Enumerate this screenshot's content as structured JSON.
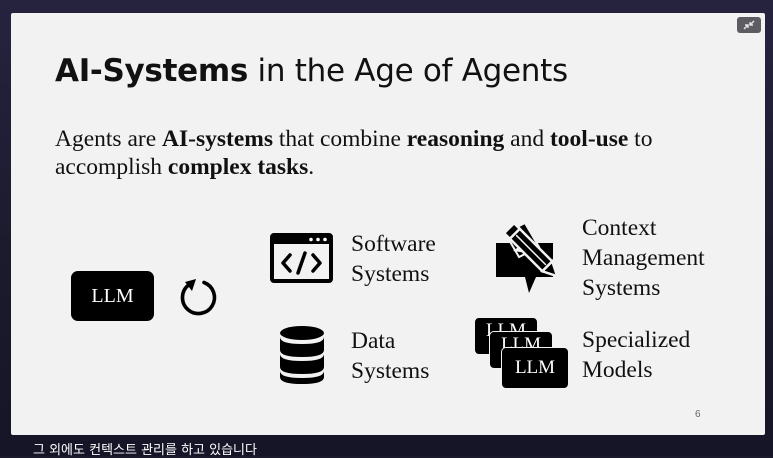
{
  "slide": {
    "title_bold": "AI-Systems",
    "title_rest": " in the Age of Agents",
    "subtitle": {
      "p1": "Agents are ",
      "b1": "AI-systems",
      "p2": " that combine ",
      "b2": "reasoning",
      "p3": " and ",
      "b3": "tool-use",
      "p4": " to accomplish ",
      "b4": "complex tasks",
      "p5": "."
    },
    "llm_label": "LLM",
    "items": [
      {
        "line1": "Software",
        "line2": "Systems",
        "icon": "code-window-icon"
      },
      {
        "line1": "Context",
        "line2": "Management",
        "line3": "Systems",
        "icon": "pencil-edit-icon"
      },
      {
        "line1": "Data",
        "line2": "Systems",
        "icon": "database-icon"
      },
      {
        "line1": "Specialized",
        "line2": "Models",
        "icon": "stacked-llm-icon"
      }
    ],
    "stack_label": "LLM",
    "page_number": "6"
  },
  "caption": "그 외에도 컨텍스트 관리를 하고 있습니다",
  "colors": {
    "slide_bg": "#f2f2f2",
    "ink": "#000000",
    "frame_bg": "#1b1a2c"
  }
}
